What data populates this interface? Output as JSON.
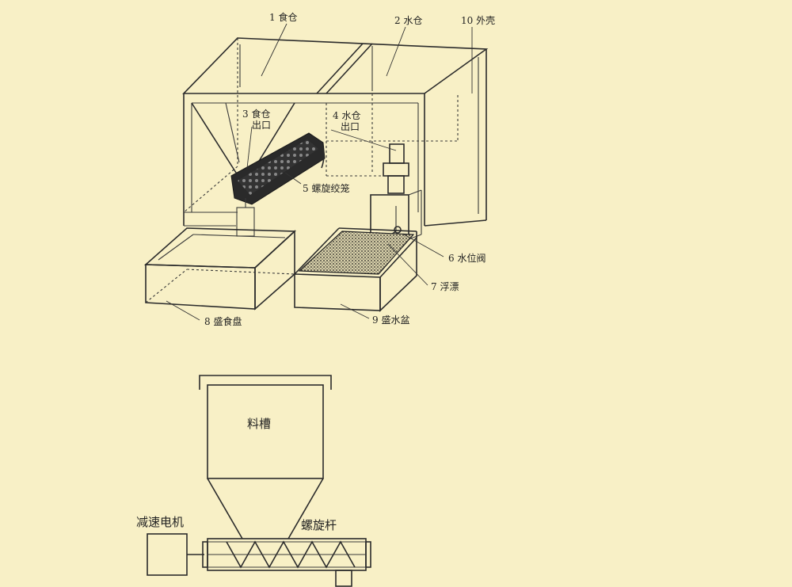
{
  "labels": {
    "food_bin": "1 食仓",
    "water_bin": "2 水仓",
    "shell": "10 外壳",
    "food_outlet_a": "3 食仓",
    "food_outlet_b": "出口",
    "water_outlet_a": "4 水仓",
    "water_outlet_b": "出口",
    "auger_cage": "5 螺旋绞笼",
    "water_valve": "6 水位阀",
    "float": "7 浮漂",
    "food_tray": "8 盛食盘",
    "water_tray": "9 盛水盆"
  },
  "lower": {
    "hopper": "料槽",
    "motor": "减速电机",
    "screw": "螺旋杆"
  },
  "colors": {
    "background": "#f8f0c6",
    "line": "#2b2b2b"
  }
}
